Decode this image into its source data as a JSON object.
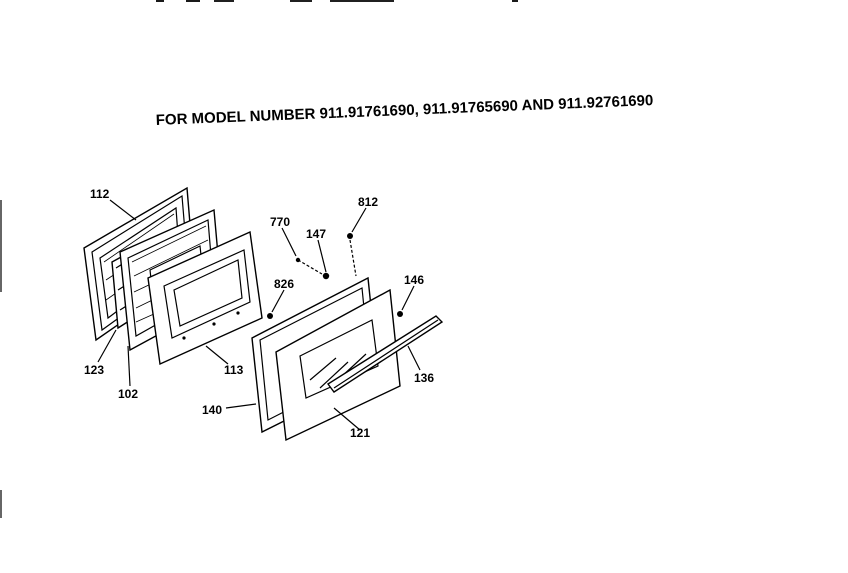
{
  "title": "FOR MODEL NUMBER 911.91761690, 911.91765690 AND 911.92761690",
  "callouts": {
    "c112": "112",
    "c123": "123",
    "c102": "102",
    "c113": "113",
    "c770": "770",
    "c147": "147",
    "c812": "812",
    "c826": "826",
    "c146": "146",
    "c136": "136",
    "c140": "140",
    "c121": "121"
  },
  "colors": {
    "ink": "#000000",
    "paper": "#ffffff"
  }
}
